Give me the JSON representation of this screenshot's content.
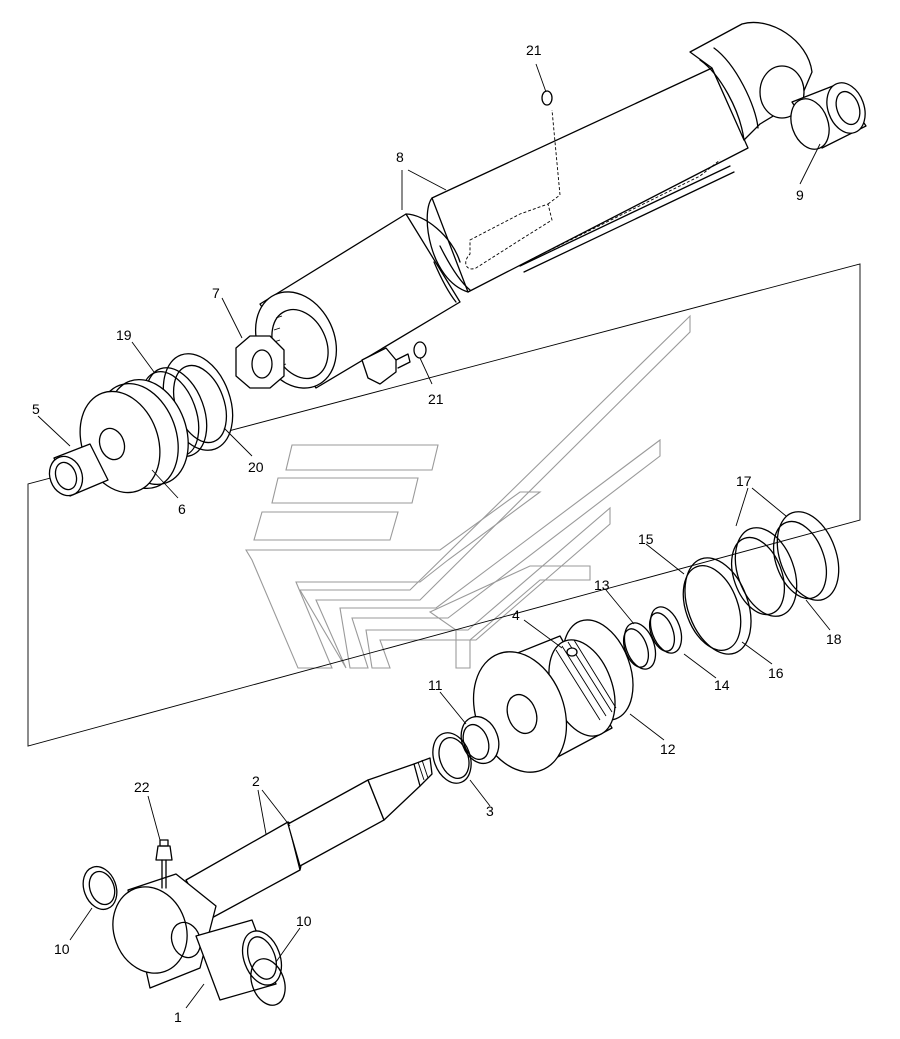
{
  "diagram": {
    "type": "exploded-parts-view",
    "callouts": [
      {
        "id": "label-1",
        "text": "1"
      },
      {
        "id": "label-2",
        "text": "2"
      },
      {
        "id": "label-3",
        "text": "3"
      },
      {
        "id": "label-4",
        "text": "4"
      },
      {
        "id": "label-5",
        "text": "5"
      },
      {
        "id": "label-6",
        "text": "6"
      },
      {
        "id": "label-7",
        "text": "7"
      },
      {
        "id": "label-8",
        "text": "8"
      },
      {
        "id": "label-9",
        "text": "9"
      },
      {
        "id": "label-10a",
        "text": "10"
      },
      {
        "id": "label-10b",
        "text": "10"
      },
      {
        "id": "label-11",
        "text": "11"
      },
      {
        "id": "label-12",
        "text": "12"
      },
      {
        "id": "label-13",
        "text": "13"
      },
      {
        "id": "label-14",
        "text": "14"
      },
      {
        "id": "label-15",
        "text": "15"
      },
      {
        "id": "label-16",
        "text": "16"
      },
      {
        "id": "label-17",
        "text": "17"
      },
      {
        "id": "label-18",
        "text": "18"
      },
      {
        "id": "label-19",
        "text": "19"
      },
      {
        "id": "label-20",
        "text": "20"
      },
      {
        "id": "label-21a",
        "text": "21"
      },
      {
        "id": "label-21b",
        "text": "21"
      },
      {
        "id": "label-22",
        "text": "22"
      }
    ]
  }
}
